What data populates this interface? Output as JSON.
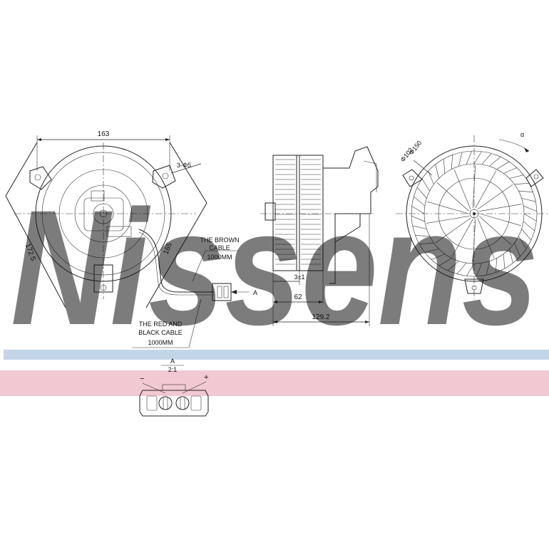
{
  "watermark": {
    "text": "Nissens",
    "color": "#b9c9dc"
  },
  "bands": {
    "blue": "#c5d5e8",
    "pink": "#f2c8d2"
  },
  "front_view": {
    "dim_width": "163",
    "dim_holes": "3-Φ5",
    "dim_diag_left": "172.5",
    "dim_diag_right": "165"
  },
  "cables": {
    "brown_label": [
      "THE BROWN",
      "CABLE",
      "1000MM"
    ],
    "redblack_label": [
      "THE RED AND",
      "BLACK CABLE",
      "1000MM"
    ],
    "connector_ref": "A"
  },
  "side_view": {
    "dim_small": "3±1",
    "dim_mid": "62",
    "dim_total": "129.2"
  },
  "wheel_view": {
    "dim_outer": "Φ150",
    "dim_inner": "Φ102",
    "rotation_label": "α"
  },
  "detail": {
    "ref": "A",
    "scale": "2:1",
    "minus": "−",
    "plus": "+"
  }
}
